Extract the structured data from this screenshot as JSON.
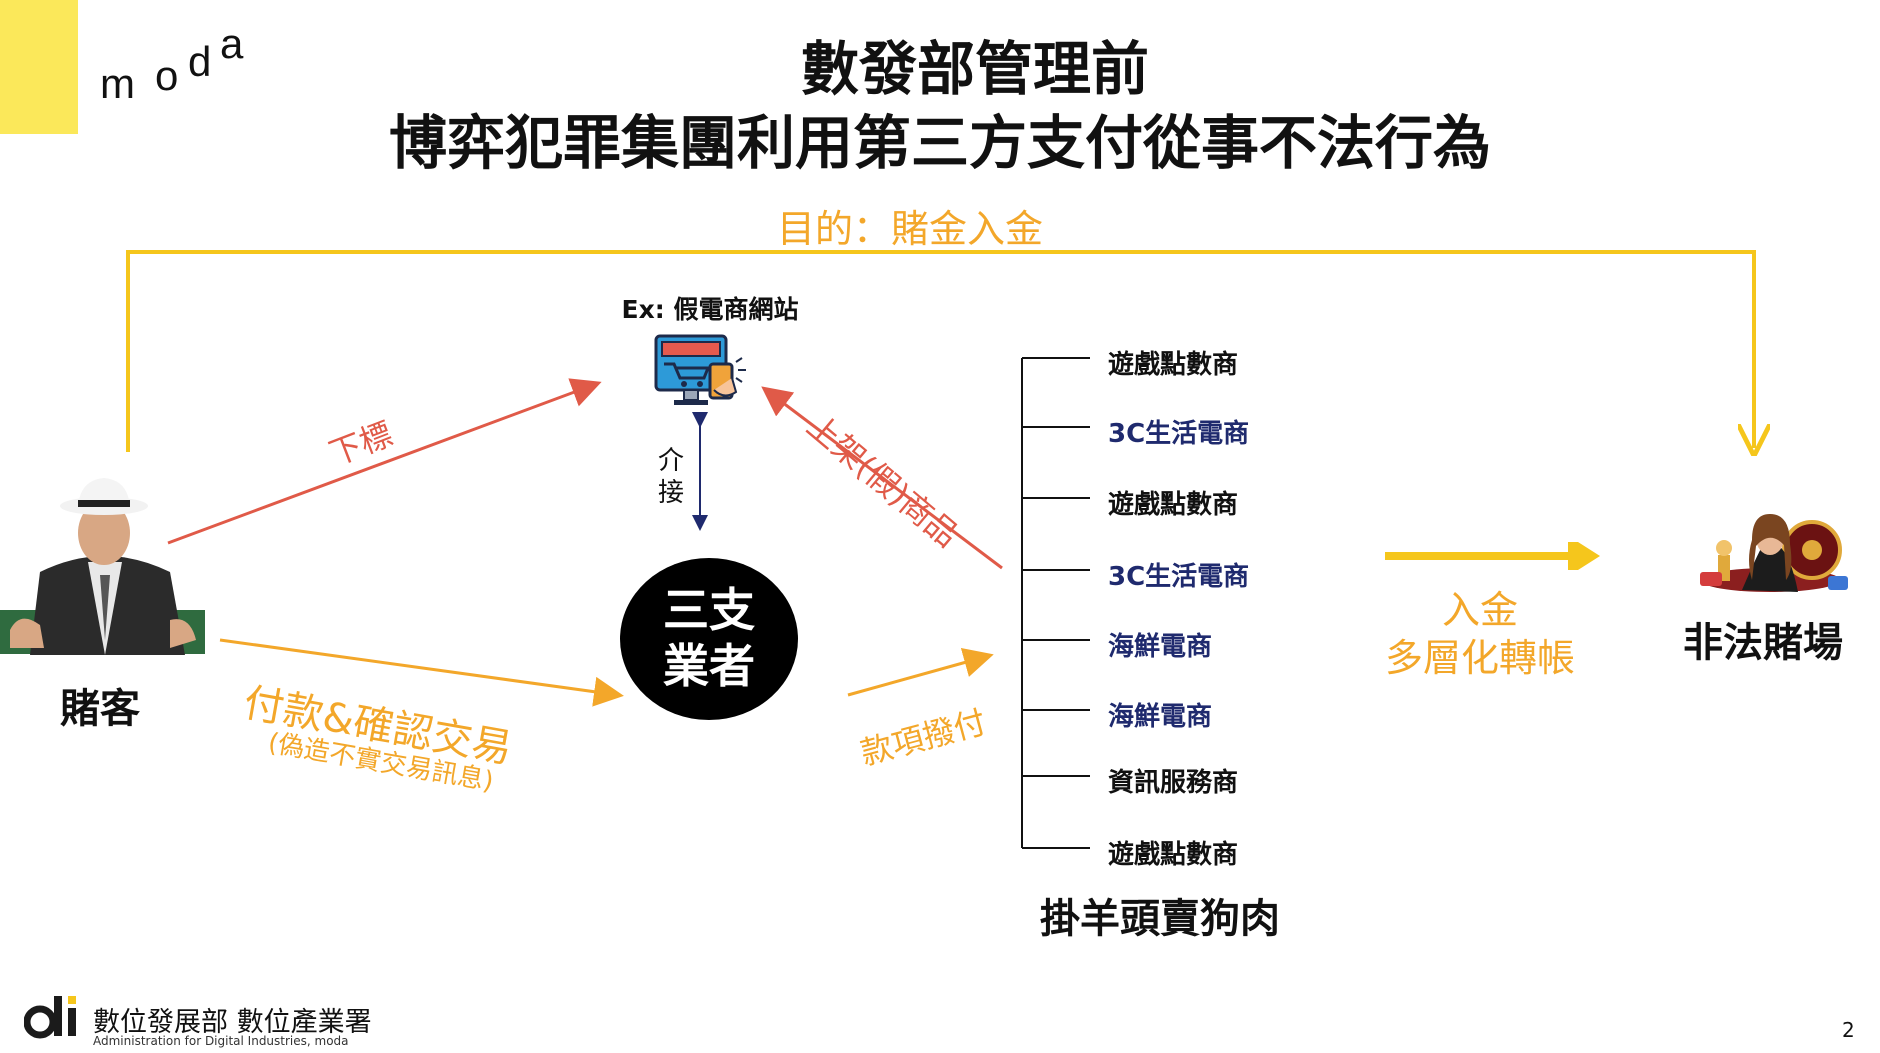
{
  "brand": {
    "logo_text": "moda",
    "accent_color": "#fbe85a"
  },
  "title": {
    "line1": "數發部管理前",
    "line2": "博弈犯罪集團利用第三方支付從事不法行為"
  },
  "purpose_label": "目的：賭金入金",
  "nodes": {
    "gambler": "賭客",
    "fake_site": "Ex: 假電商網站",
    "third_party": {
      "line1": "三支",
      "line2": "業者"
    },
    "casino": "非法賭場"
  },
  "edges": {
    "bet": "下標",
    "list_goods": "上架(假)商品",
    "interface": {
      "line1": "介",
      "line2": "接"
    },
    "payment": "付款&確認交易",
    "payment_sub": "(偽造不實交易訊息)",
    "disbursement": "款項撥付",
    "deposit": {
      "line1": "入金",
      "line2": "多層化轉帳"
    }
  },
  "merchant_tree": {
    "title": "掛羊頭賣狗肉",
    "items": [
      {
        "label": "遊戲點數商",
        "tone": "dark"
      },
      {
        "label": "3C生活電商",
        "tone": "blue"
      },
      {
        "label": "遊戲點數商",
        "tone": "dark"
      },
      {
        "label": "3C生活電商",
        "tone": "blue"
      },
      {
        "label": "海鮮電商",
        "tone": "blue"
      },
      {
        "label": "海鮮電商",
        "tone": "blue"
      },
      {
        "label": "資訊服務商",
        "tone": "dark"
      },
      {
        "label": "遊戲點數商",
        "tone": "dark"
      }
    ]
  },
  "colors": {
    "orange": "#f3a72a",
    "red": "#e05a48",
    "navy": "#1f2a6e",
    "gold_line": "#f5c61c"
  },
  "icons": {
    "fake_site": "ecommerce-shop-icon",
    "gambler": "gambler-avatar-icon",
    "casino": "casino-dealer-icon"
  },
  "footer": {
    "org_name": "數位發展部 數位產業署",
    "org_name_en": "Administration for Digital Industries, moda",
    "page_number": "2"
  }
}
